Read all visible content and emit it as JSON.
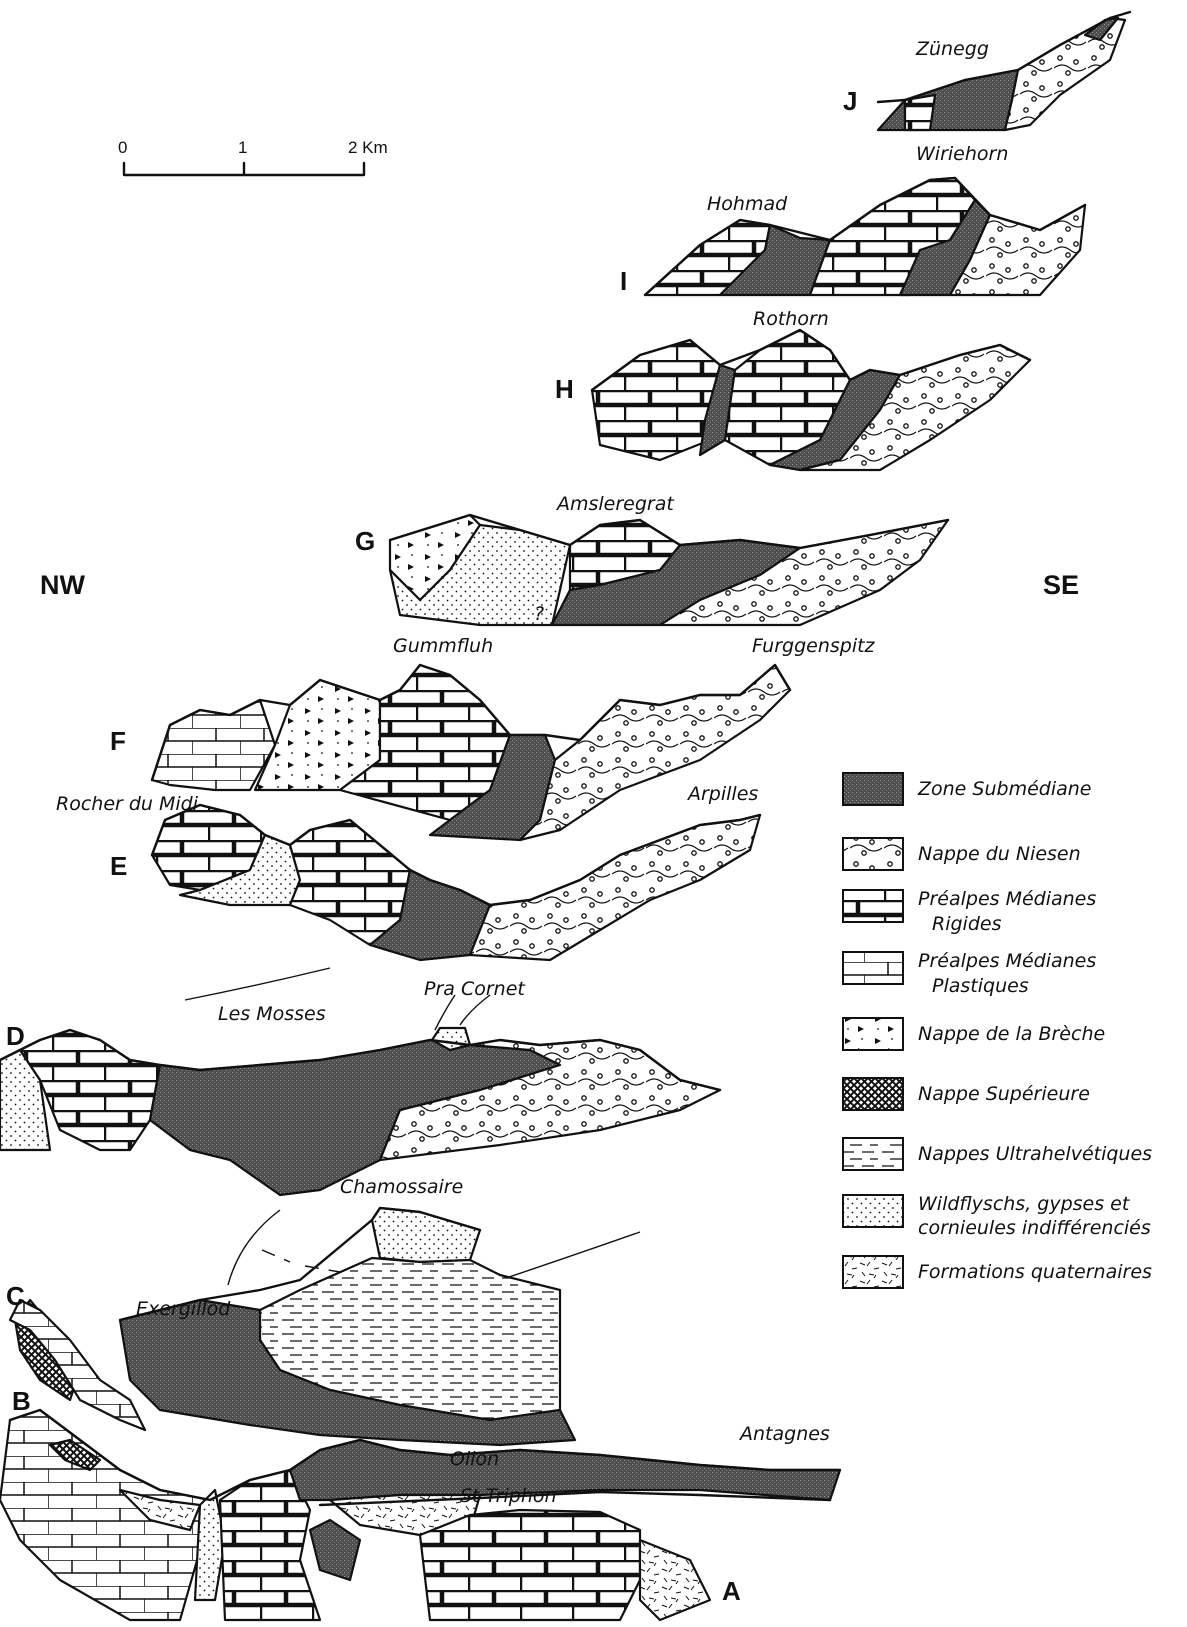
{
  "scale_bar": {
    "ticks": [
      "0",
      "1",
      "2 Km"
    ]
  },
  "orientation": {
    "left": "NW",
    "right": "SE"
  },
  "sections": [
    "J",
    "I",
    "H",
    "G",
    "F",
    "E",
    "D",
    "C",
    "B",
    "A"
  ],
  "place_names": {
    "zunegg": "Zünegg",
    "wiriehorn": "Wiriehorn",
    "hohmad": "Hohmad",
    "rothorn": "Rothorn",
    "amsleregrat": "Amsleregrat",
    "gummfluh": "Gummfluh",
    "furggenspitz": "Furggenspitz",
    "rocher_du_midi": "Rocher du Midi",
    "arpilles": "Arpilles",
    "pra_cornet": "Pra Cornet",
    "les_mosses": "Les Mosses",
    "chamossaire": "Chamossaire",
    "exergillod": "Exergillod",
    "antagnes": "Antagnes",
    "ollon": "Ollon",
    "st_triphon": "St Triphon"
  },
  "question_mark": "?",
  "legend": [
    {
      "line1": "Zone Submédiane",
      "line2": "",
      "pattern": "dark-stipple"
    },
    {
      "line1": "Nappe du Niesen",
      "line2": "",
      "pattern": "dots-waves"
    },
    {
      "line1": "Préalpes Médianes",
      "line2": "Rigides",
      "pattern": "thick-bricks"
    },
    {
      "line1": "Préalpes Médianes",
      "line2": "Plastiques",
      "pattern": "thin-bricks"
    },
    {
      "line1": "Nappe de la Brèche",
      "line2": "",
      "pattern": "triangles"
    },
    {
      "line1": "Nappe Supérieure",
      "line2": "",
      "pattern": "crosshatch"
    },
    {
      "line1": "Nappes Ultrahelvétiques",
      "line2": "",
      "pattern": "dashes"
    },
    {
      "line1": "Wildflyschs, gypses et",
      "line2": "cornieules indifférenciés",
      "pattern": "fine-dots"
    },
    {
      "line1": "Formations quaternaires",
      "line2": "",
      "pattern": "random-dashes"
    }
  ],
  "colors": {
    "ink": "#111111",
    "paper": "#ffffff",
    "submediane": "#555555"
  }
}
